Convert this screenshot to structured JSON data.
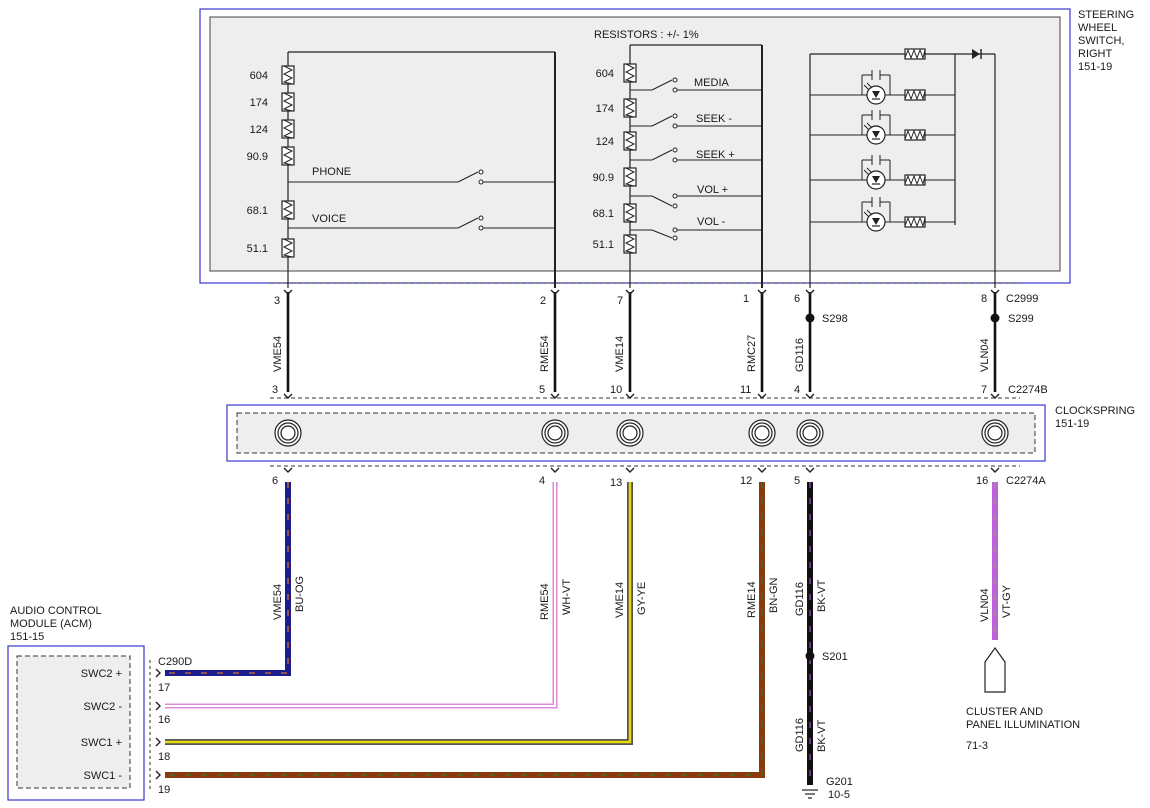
{
  "swsr": {
    "title": [
      "STEERING",
      "WHEEL",
      "SWITCH,",
      "RIGHT"
    ],
    "ref": "151-19",
    "resistor_note": "RESISTORS : +/- 1%",
    "left_ladder_values": [
      "604",
      "174",
      "124",
      "90.9",
      "68.1",
      "51.1"
    ],
    "left_switches": [
      "PHONE",
      "VOICE"
    ],
    "right_ladder_values": [
      "604",
      "174",
      "124",
      "90.9",
      "68.1",
      "51.1"
    ],
    "right_switches": [
      "MEDIA",
      "SEEK -",
      "SEEK +",
      "VOL +",
      "VOL -"
    ]
  },
  "clockspring": {
    "title": "CLOCKSPRING",
    "ref": "151-19"
  },
  "acm": {
    "title": [
      "AUDIO CONTROL",
      "MODULE (ACM)"
    ],
    "ref": "151-15",
    "connector": "C290D",
    "pins": [
      {
        "label": "SWC2 +",
        "num": "17"
      },
      {
        "label": "SWC2 -",
        "num": "16"
      },
      {
        "label": "SWC1 +",
        "num": "18"
      },
      {
        "label": "SWC1 -",
        "num": "19"
      }
    ]
  },
  "connectors": {
    "c2999": "C2999",
    "c2274b": "C2274B",
    "c2274a": "C2274A"
  },
  "upper_wires": [
    {
      "circuit": "VME54",
      "pin_top": "3",
      "pin_bottom": "3"
    },
    {
      "circuit": "RME54",
      "pin_top": "2",
      "pin_bottom": "5"
    },
    {
      "circuit": "VME14",
      "pin_top": "7",
      "pin_bottom": "10"
    },
    {
      "circuit": "RMC27",
      "pin_top": "1",
      "pin_bottom": "11"
    },
    {
      "circuit": "GD116",
      "pin_top": "6",
      "pin_bottom": "4",
      "splice": "S298"
    },
    {
      "circuit": "VLN04",
      "pin_top": "8",
      "pin_bottom": "7",
      "splice": "S299"
    }
  ],
  "lower_wires": [
    {
      "circuit": "VME54",
      "color": "BU-OG",
      "pin": "6"
    },
    {
      "circuit": "RME54",
      "color": "WH-VT",
      "pin": "4"
    },
    {
      "circuit": "VME14",
      "color": "GY-YE",
      "pin": "13"
    },
    {
      "circuit": "RME14",
      "color": "BN-GN",
      "pin": "12"
    },
    {
      "circuit": "GD116",
      "color": "BK-VT",
      "pin": "5"
    },
    {
      "circuit": "VLN04",
      "color": "VT-GY",
      "pin": "16"
    }
  ],
  "ground": {
    "circuit": "GD116",
    "color": "BK-VT",
    "splice": "S201",
    "name": "G201",
    "ref": "10-5"
  },
  "cluster": {
    "title": [
      "CLUSTER AND",
      "PANEL ILLUMINATION"
    ],
    "ref": "71-3"
  },
  "colors": {
    "frame": "#3a3acc",
    "box_fill": "#eeeeee",
    "bu_og": [
      "#1c1c8c",
      "#ff8c1a"
    ],
    "wh_vt": [
      "#d88ad8",
      "#ffffff"
    ],
    "gy_ye": [
      "#7a7a7a",
      "#e6d80a"
    ],
    "bn_gn": [
      "#8b3a10",
      "#2e7d32"
    ],
    "bk_vt": [
      "#111111",
      "#a050c8"
    ],
    "vt_gy": [
      "#c060d8",
      "#9a9a9a"
    ]
  }
}
